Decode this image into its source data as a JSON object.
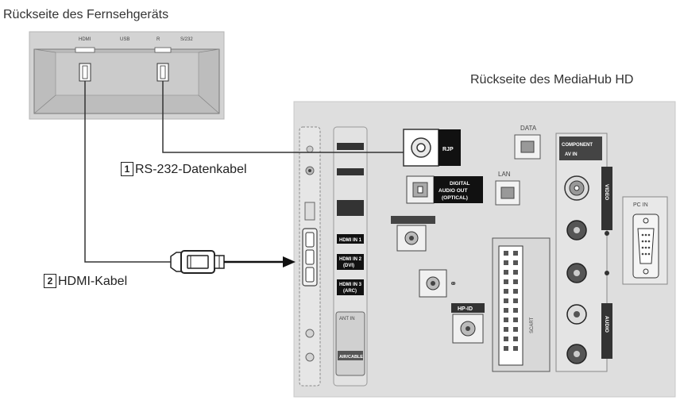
{
  "titles": {
    "tv_back": "Rückseite des Fernsehgeräts",
    "hub_back": "Rückseite des MediaHub HD"
  },
  "tv_ports": {
    "hdmi": "HDMI",
    "usb": "USB",
    "r": "R",
    "s232": "S/232"
  },
  "cables": {
    "rs232": {
      "num": "1",
      "label": "RS-232-Datenkabel"
    },
    "hdmi": {
      "num": "2",
      "label": "HDMI-Kabel"
    }
  },
  "hub_ports": {
    "rjp": "RJP",
    "digital_audio": [
      "DIGITAL",
      "AUDIO OUT",
      "(OPTICAL)"
    ],
    "lan": "LAN",
    "data": "DATA",
    "component": [
      "COMPONENT",
      "AV IN"
    ],
    "video": "VIDEO",
    "audio": "AUDIO",
    "pc_in": "PC IN",
    "hp_id": "HP-ID",
    "hdmi1": "HDMI IN 1",
    "hdmi2": [
      "HDMI IN 2",
      "(DVI)"
    ],
    "hdmi3": [
      "HDMI IN 3",
      "(ARC)"
    ],
    "ant_in": "ANT IN",
    "scart": "SCART",
    "air_cable": "AIR/CABLE"
  }
}
